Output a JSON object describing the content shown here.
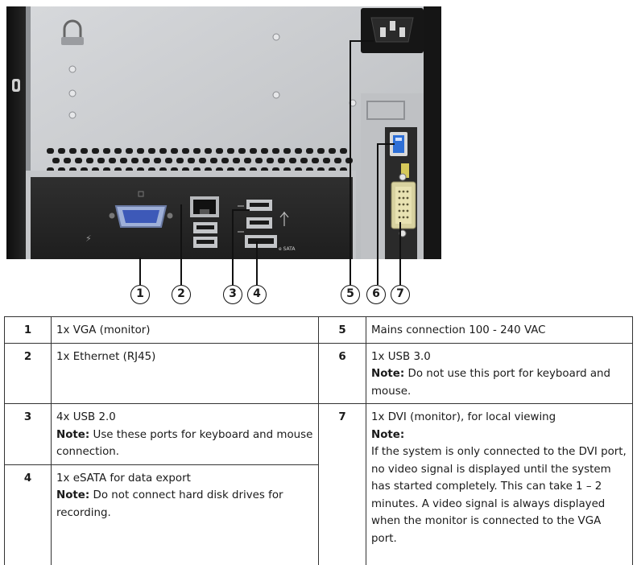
{
  "callouts": [
    "1",
    "2",
    "3",
    "4",
    "5",
    "6",
    "7"
  ],
  "photo": {
    "esata_label": "e SATA"
  },
  "table": {
    "rows": [
      {
        "num": "1",
        "text": "1x VGA (monitor)"
      },
      {
        "num": "2",
        "text": "1x Ethernet (RJ45)"
      },
      {
        "num": "3",
        "text": "4x USB 2.0",
        "note_label": "Note:",
        "note": "Use these ports for keyboard and mouse connection."
      },
      {
        "num": "4",
        "text": "1x eSATA for data export",
        "note_label": "Note:",
        "note": "Do not connect hard disk drives for recording."
      },
      {
        "num": "5",
        "text": "Mains connection 100 - 240 VAC"
      },
      {
        "num": "6",
        "text": "1x USB 3.0",
        "note_label": "Note:",
        "note": "Do not use this port for keyboard and mouse."
      },
      {
        "num": "7",
        "text": "1x DVI (monitor), for local viewing",
        "note_label": "Note:",
        "note": "If the system is only connected to the DVI port, no video signal is displayed until the system has started completely. This can take 1 – 2 minutes. A video signal is always displayed when the monitor is connected to the VGA port."
      }
    ]
  }
}
